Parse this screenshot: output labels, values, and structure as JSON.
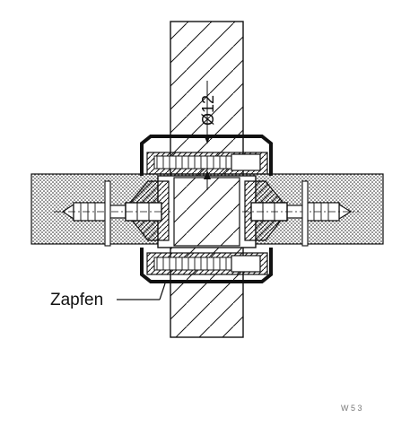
{
  "diagram": {
    "dimension_label": "Ø12",
    "callout_label": "Zapfen",
    "footer_mark": "W 5 3"
  },
  "colors": {
    "ink": "#111111",
    "paper": "#ffffff",
    "stipple_fill": "#c9c9c9"
  }
}
